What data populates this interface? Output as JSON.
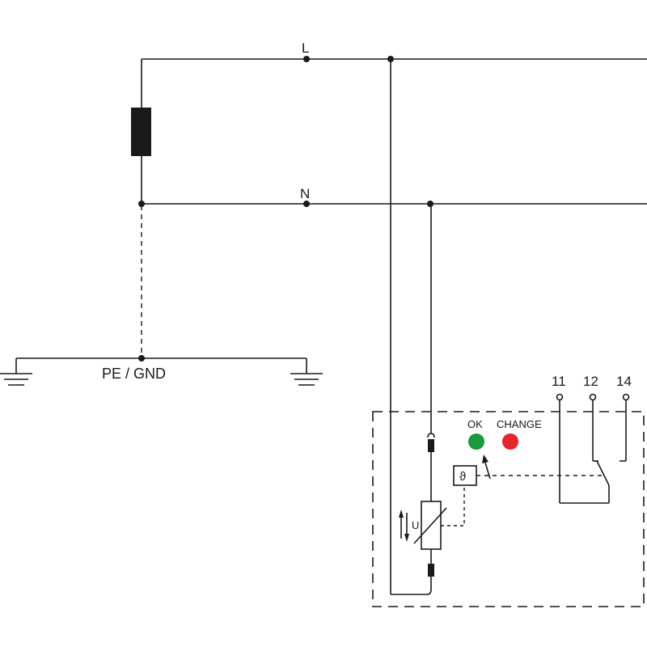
{
  "labels": {
    "line": "L",
    "neutral": "N",
    "ground": "PE / GND",
    "terminal_11": "11",
    "terminal_12": "12",
    "terminal_14": "14",
    "ok": "OK",
    "change": "CHANGE",
    "voltage": "U",
    "thermal": "ϑ"
  },
  "colors": {
    "ok_led": "#1a9a3c",
    "change_led": "#e8252b",
    "line": "#1a1a1a"
  }
}
